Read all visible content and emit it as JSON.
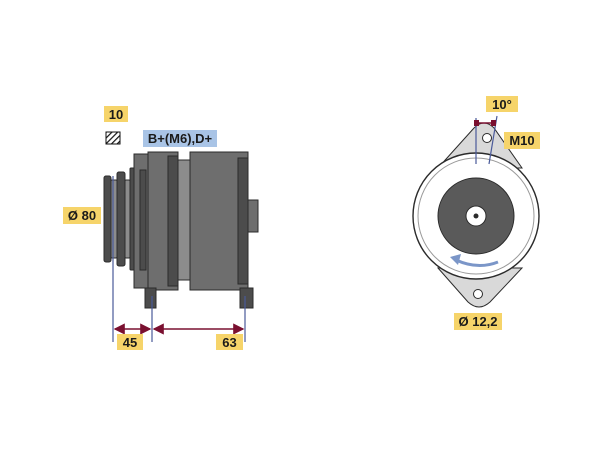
{
  "side_view": {
    "option_code": "10",
    "terminal_label": "B+(M6),D+",
    "pulley_diameter": "Ø 80",
    "dim_pulley_to_mount": "45",
    "dim_mount_span": "63"
  },
  "front_view": {
    "angle_label": "10°",
    "thread_label": "M10",
    "hole_diameter": "Ø 12,2"
  },
  "colors": {
    "tag_yellow": "#f6d46a",
    "tag_blue": "#a9c4e6",
    "dimension_line": "#7a1030",
    "guide_line": "#4a5a9a",
    "body_grey": "#6e6e6e"
  },
  "icons": [
    "hatched-square-icon",
    "rotation-arrow-icon"
  ]
}
